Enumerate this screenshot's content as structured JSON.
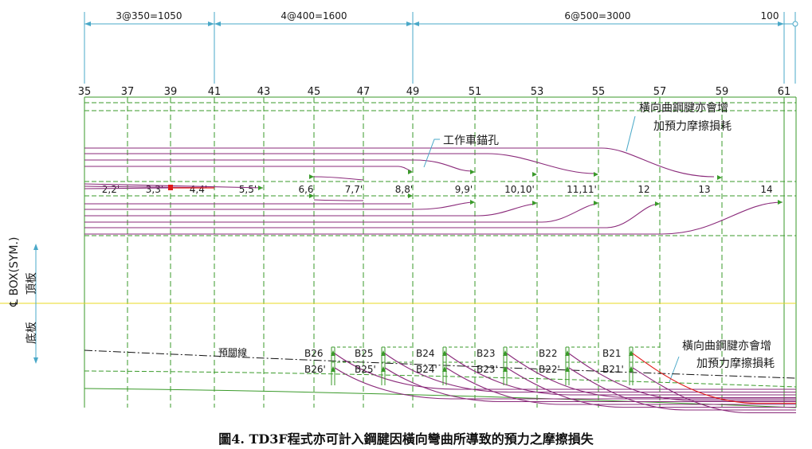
{
  "dimensions": [
    {
      "label": "3@350=1050"
    },
    {
      "label": "4@400=1600"
    },
    {
      "label": "6@500=3000"
    },
    {
      "label": "100"
    }
  ],
  "gridlines": [
    "35",
    "37",
    "39",
    "41",
    "43",
    "45",
    "47",
    "49",
    "51",
    "53",
    "55",
    "57",
    "59",
    "61"
  ],
  "segments": [
    "2,2'",
    "3,3'",
    "4,4'",
    "5,5'",
    "6,6",
    "7,7'",
    "8,8'",
    "9,9'",
    "10,10'",
    "11,11'",
    "12",
    "13",
    "14"
  ],
  "labels": {
    "anchor": "工作車錨孔",
    "note_top": [
      "橫向曲鋼腱亦會增",
      "加預力摩擦損耗"
    ],
    "note_bottom": [
      "橫向曲鋼腱亦會增",
      "加預力摩擦損耗"
    ],
    "cl_box": "℄ BOX(SYM.)",
    "top_slab": "頂板",
    "bottom_slab": "底板",
    "reference_line": "預關線"
  },
  "bottom_tendons": [
    {
      "upper": "B26",
      "lower": "B26'"
    },
    {
      "upper": "B25",
      "lower": "B25'"
    },
    {
      "upper": "B24",
      "lower": "B24'"
    },
    {
      "upper": "B23",
      "lower": "B23'"
    },
    {
      "upper": "B22",
      "lower": "B22'"
    },
    {
      "upper": "B21",
      "lower": "B21'"
    }
  ],
  "caption": "圖4. TD3F程式亦可計入鋼腱因橫向彎曲所導致的預力之摩擦損失",
  "colors": {
    "dimension": "#4aa8c8",
    "grid": "#3a9a2a",
    "tendon": "#8a2a7a",
    "tendon_highlight": "#e01818",
    "centerline": "#e8d820",
    "black": "#111111"
  }
}
